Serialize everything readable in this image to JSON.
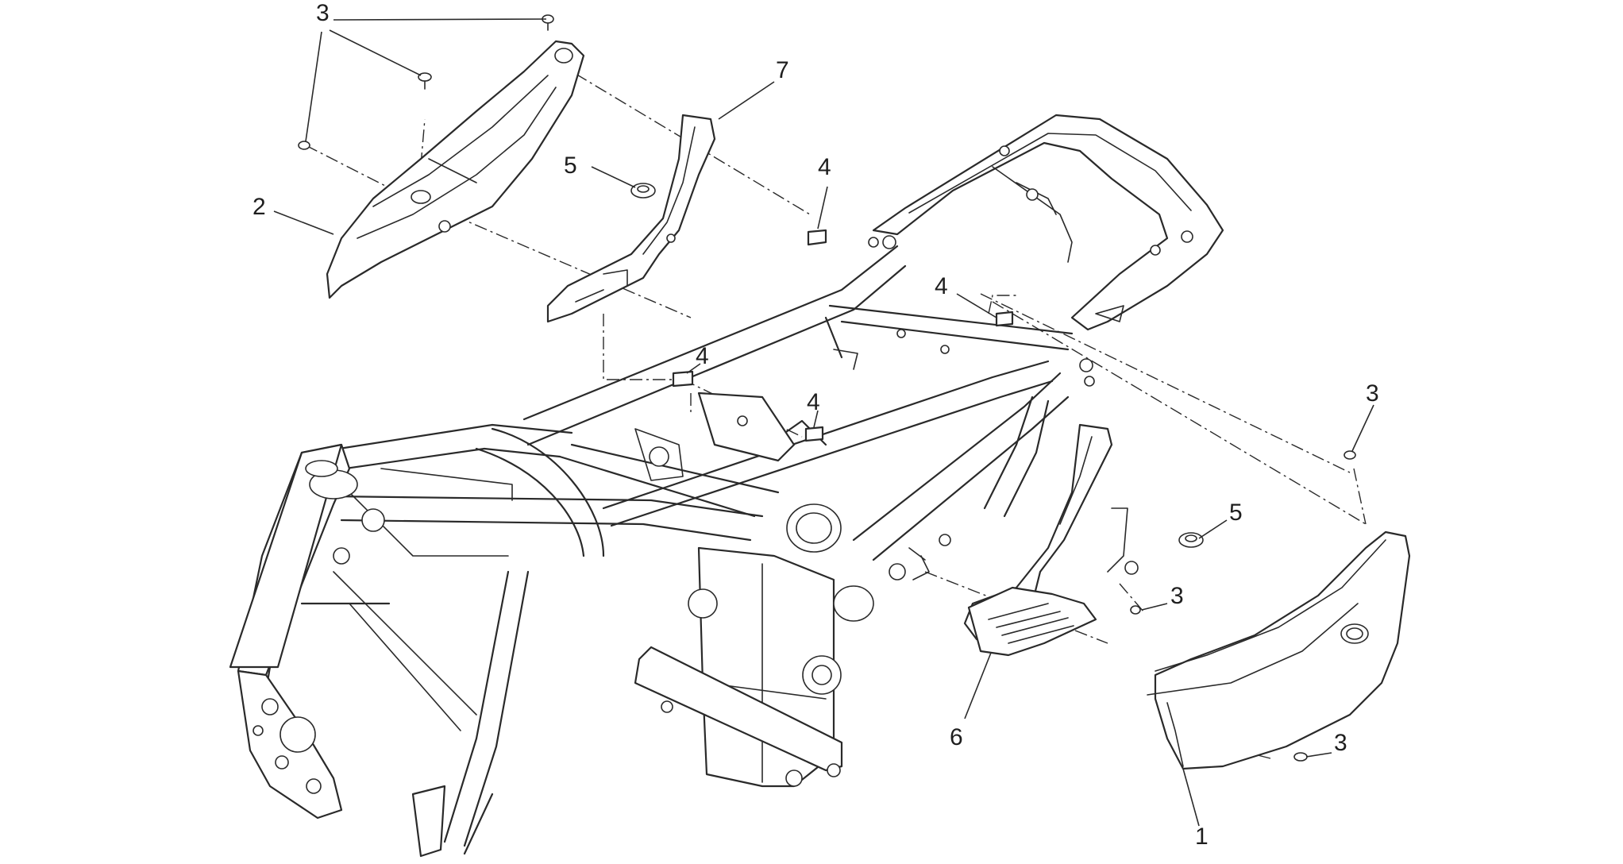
{
  "callouts": {
    "c1": "1",
    "c2": "2",
    "c3a": "3",
    "c3b": "3",
    "c3c": "3",
    "c3d": "3",
    "c4a": "4",
    "c4b": "4",
    "c4c": "4",
    "c4d": "4",
    "c5a": "5",
    "c5b": "5",
    "c6": "6",
    "c7": "7"
  },
  "colors": {
    "line": "#2a2a2a",
    "background": "#ffffff"
  }
}
